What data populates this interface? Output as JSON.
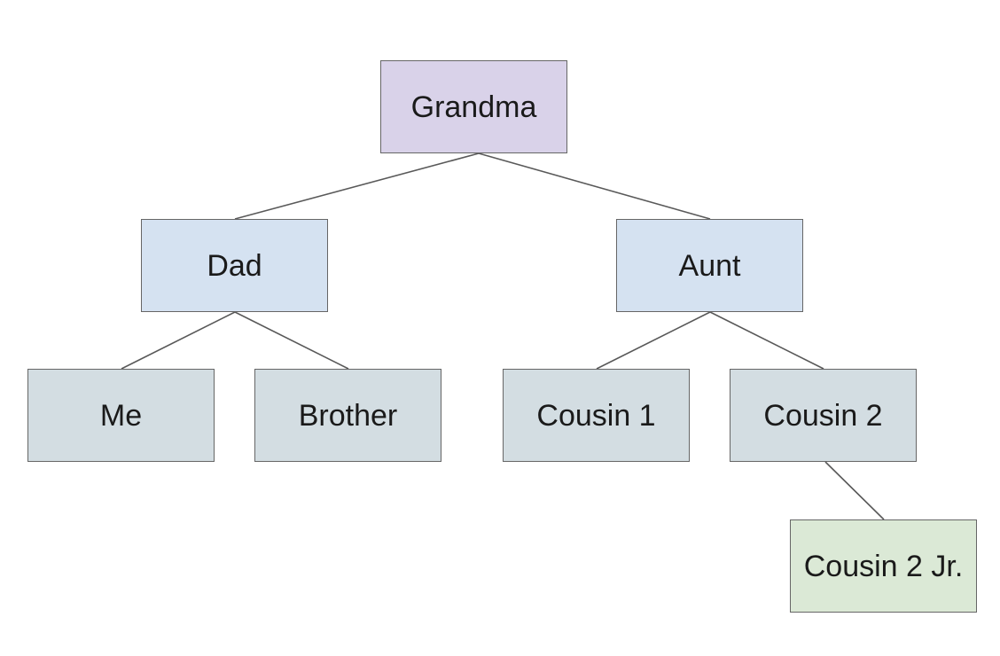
{
  "tree": {
    "nodes": {
      "grandma": {
        "label": "Grandma",
        "color": "#d9d2e9"
      },
      "dad": {
        "label": "Dad",
        "color": "#d5e2f1"
      },
      "aunt": {
        "label": "Aunt",
        "color": "#d5e2f1"
      },
      "me": {
        "label": "Me",
        "color": "#d3dde2"
      },
      "brother": {
        "label": "Brother",
        "color": "#d3dde2"
      },
      "cousin1": {
        "label": "Cousin 1",
        "color": "#d3dde2"
      },
      "cousin2": {
        "label": "Cousin 2",
        "color": "#d3dde2"
      },
      "cousin2jr": {
        "label": "Cousin 2 Jr.",
        "color": "#dbe9d6"
      }
    },
    "edges": [
      {
        "from": "grandma",
        "to": "dad"
      },
      {
        "from": "grandma",
        "to": "aunt"
      },
      {
        "from": "dad",
        "to": "me"
      },
      {
        "from": "dad",
        "to": "brother"
      },
      {
        "from": "aunt",
        "to": "cousin1"
      },
      {
        "from": "aunt",
        "to": "cousin2"
      },
      {
        "from": "cousin2",
        "to": "cousin2jr"
      }
    ],
    "line_color": "#595959",
    "border_color": "#666666"
  }
}
